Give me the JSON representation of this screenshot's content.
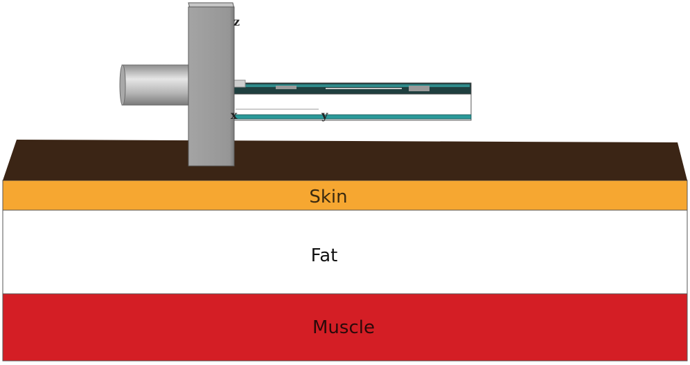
{
  "layers": {
    "skin": {
      "label": "Skin",
      "color": "#f6a731",
      "text_color": "#3a2a10"
    },
    "fat": {
      "label": "Fat",
      "color": "#ffffff",
      "text_color": "#111111"
    },
    "muscle": {
      "label": "Muscle",
      "color": "#d41e25",
      "text_color": "#2a0a0a"
    },
    "top_surface": {
      "color": "#3b2515"
    }
  },
  "device": {
    "plate_color": "#9b9b9b",
    "cylinder_color": "#bdbdbd",
    "antenna_color": "#1f6b6b"
  },
  "axes": {
    "z": "z",
    "x": "x",
    "y": "y"
  }
}
